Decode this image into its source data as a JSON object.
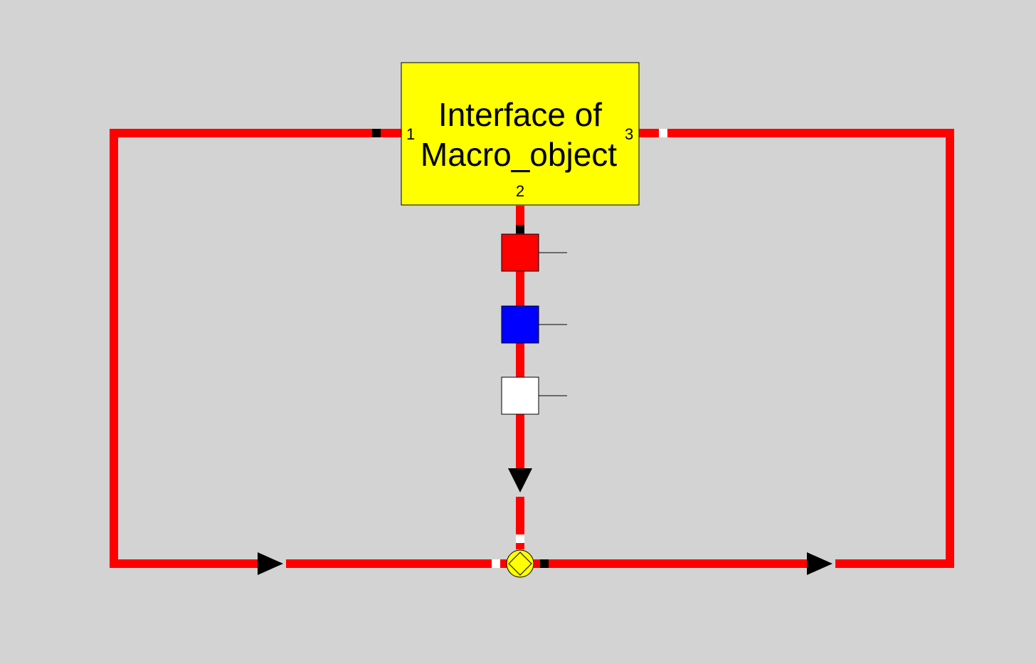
{
  "diagram": {
    "macro_box": {
      "line1": "Interface of",
      "line2": "Macro_object",
      "port_1": "1",
      "port_2": "2",
      "port_3": "3"
    },
    "colors": {
      "background": "#d3d3d3",
      "pipe": "#ff0000",
      "macro_box_fill": "#ffff00",
      "block_red": "#ff0000",
      "block_blue": "#0000ff",
      "block_white": "#ffffff",
      "junction_fill": "#ffff00"
    },
    "blocks": [
      {
        "name": "red-block",
        "color": "#ff0000"
      },
      {
        "name": "blue-block",
        "color": "#0000ff"
      },
      {
        "name": "white-block",
        "color": "#ffffff"
      }
    ]
  }
}
